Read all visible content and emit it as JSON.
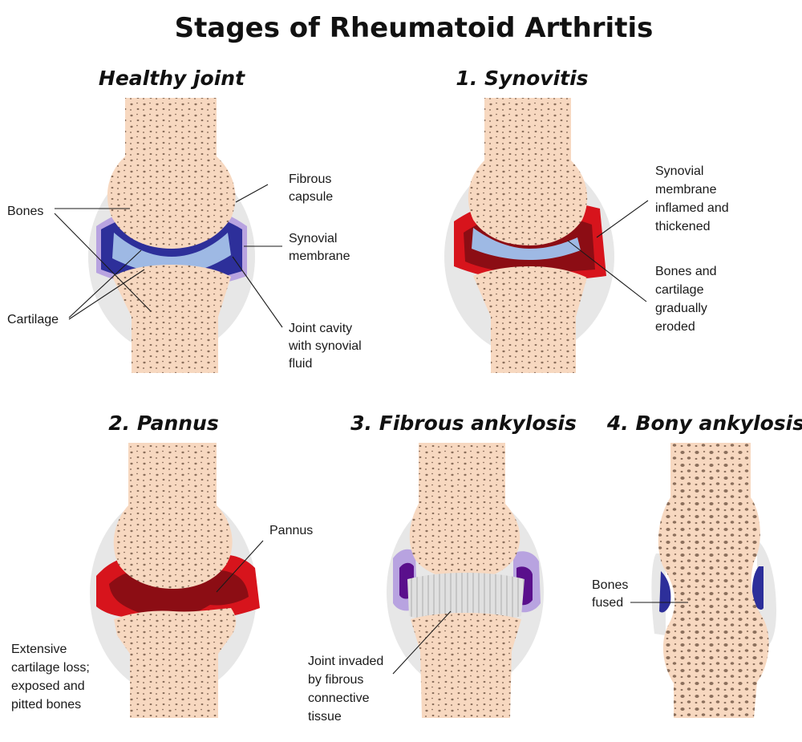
{
  "title": "Stages of Rheumatoid Arthritis",
  "colors": {
    "bone": "#f7d8c0",
    "bone_pore": "#8b6f5c",
    "capsule": "#e7e7e7",
    "cartilage": "#9eb9e4",
    "synovial_fluid": "#2d2f9a",
    "synovial_membrane": "#b8a3e0",
    "inflamed_membrane": "#d7141c",
    "inflamed_dark": "#8c0d14",
    "fibrous_tissue": "#d9d9d9",
    "purple_tissue": "#5a0f8c"
  },
  "panels": {
    "healthy": {
      "heading": "Healthy joint",
      "labels": {
        "bones": "Bones",
        "cartilage": "Cartilage",
        "capsule": [
          "Fibrous",
          "capsule"
        ],
        "membrane": [
          "Synovial",
          "membrane"
        ],
        "cavity": [
          "Joint cavity",
          "with synovial",
          "fluid"
        ]
      }
    },
    "synovitis": {
      "heading": "1. Synovitis",
      "labels": {
        "inflamed": [
          "Synovial",
          "membrane",
          "inflamed and",
          "thickened"
        ],
        "eroded": [
          "Bones and",
          "cartilage",
          "gradually",
          "eroded"
        ]
      }
    },
    "pannus": {
      "heading": "2. Pannus",
      "labels": {
        "pannus": "Pannus",
        "loss": [
          "Extensive",
          "cartilage loss;",
          "exposed and",
          "pitted bones"
        ]
      }
    },
    "fibrous": {
      "heading": "3. Fibrous ankylosis",
      "labels": {
        "invaded": [
          "Joint invaded",
          "by fibrous",
          "connective",
          "tissue"
        ]
      }
    },
    "bony": {
      "heading": "4. Bony ankylosis",
      "labels": {
        "fused": [
          "Bones",
          "fused"
        ]
      }
    }
  }
}
